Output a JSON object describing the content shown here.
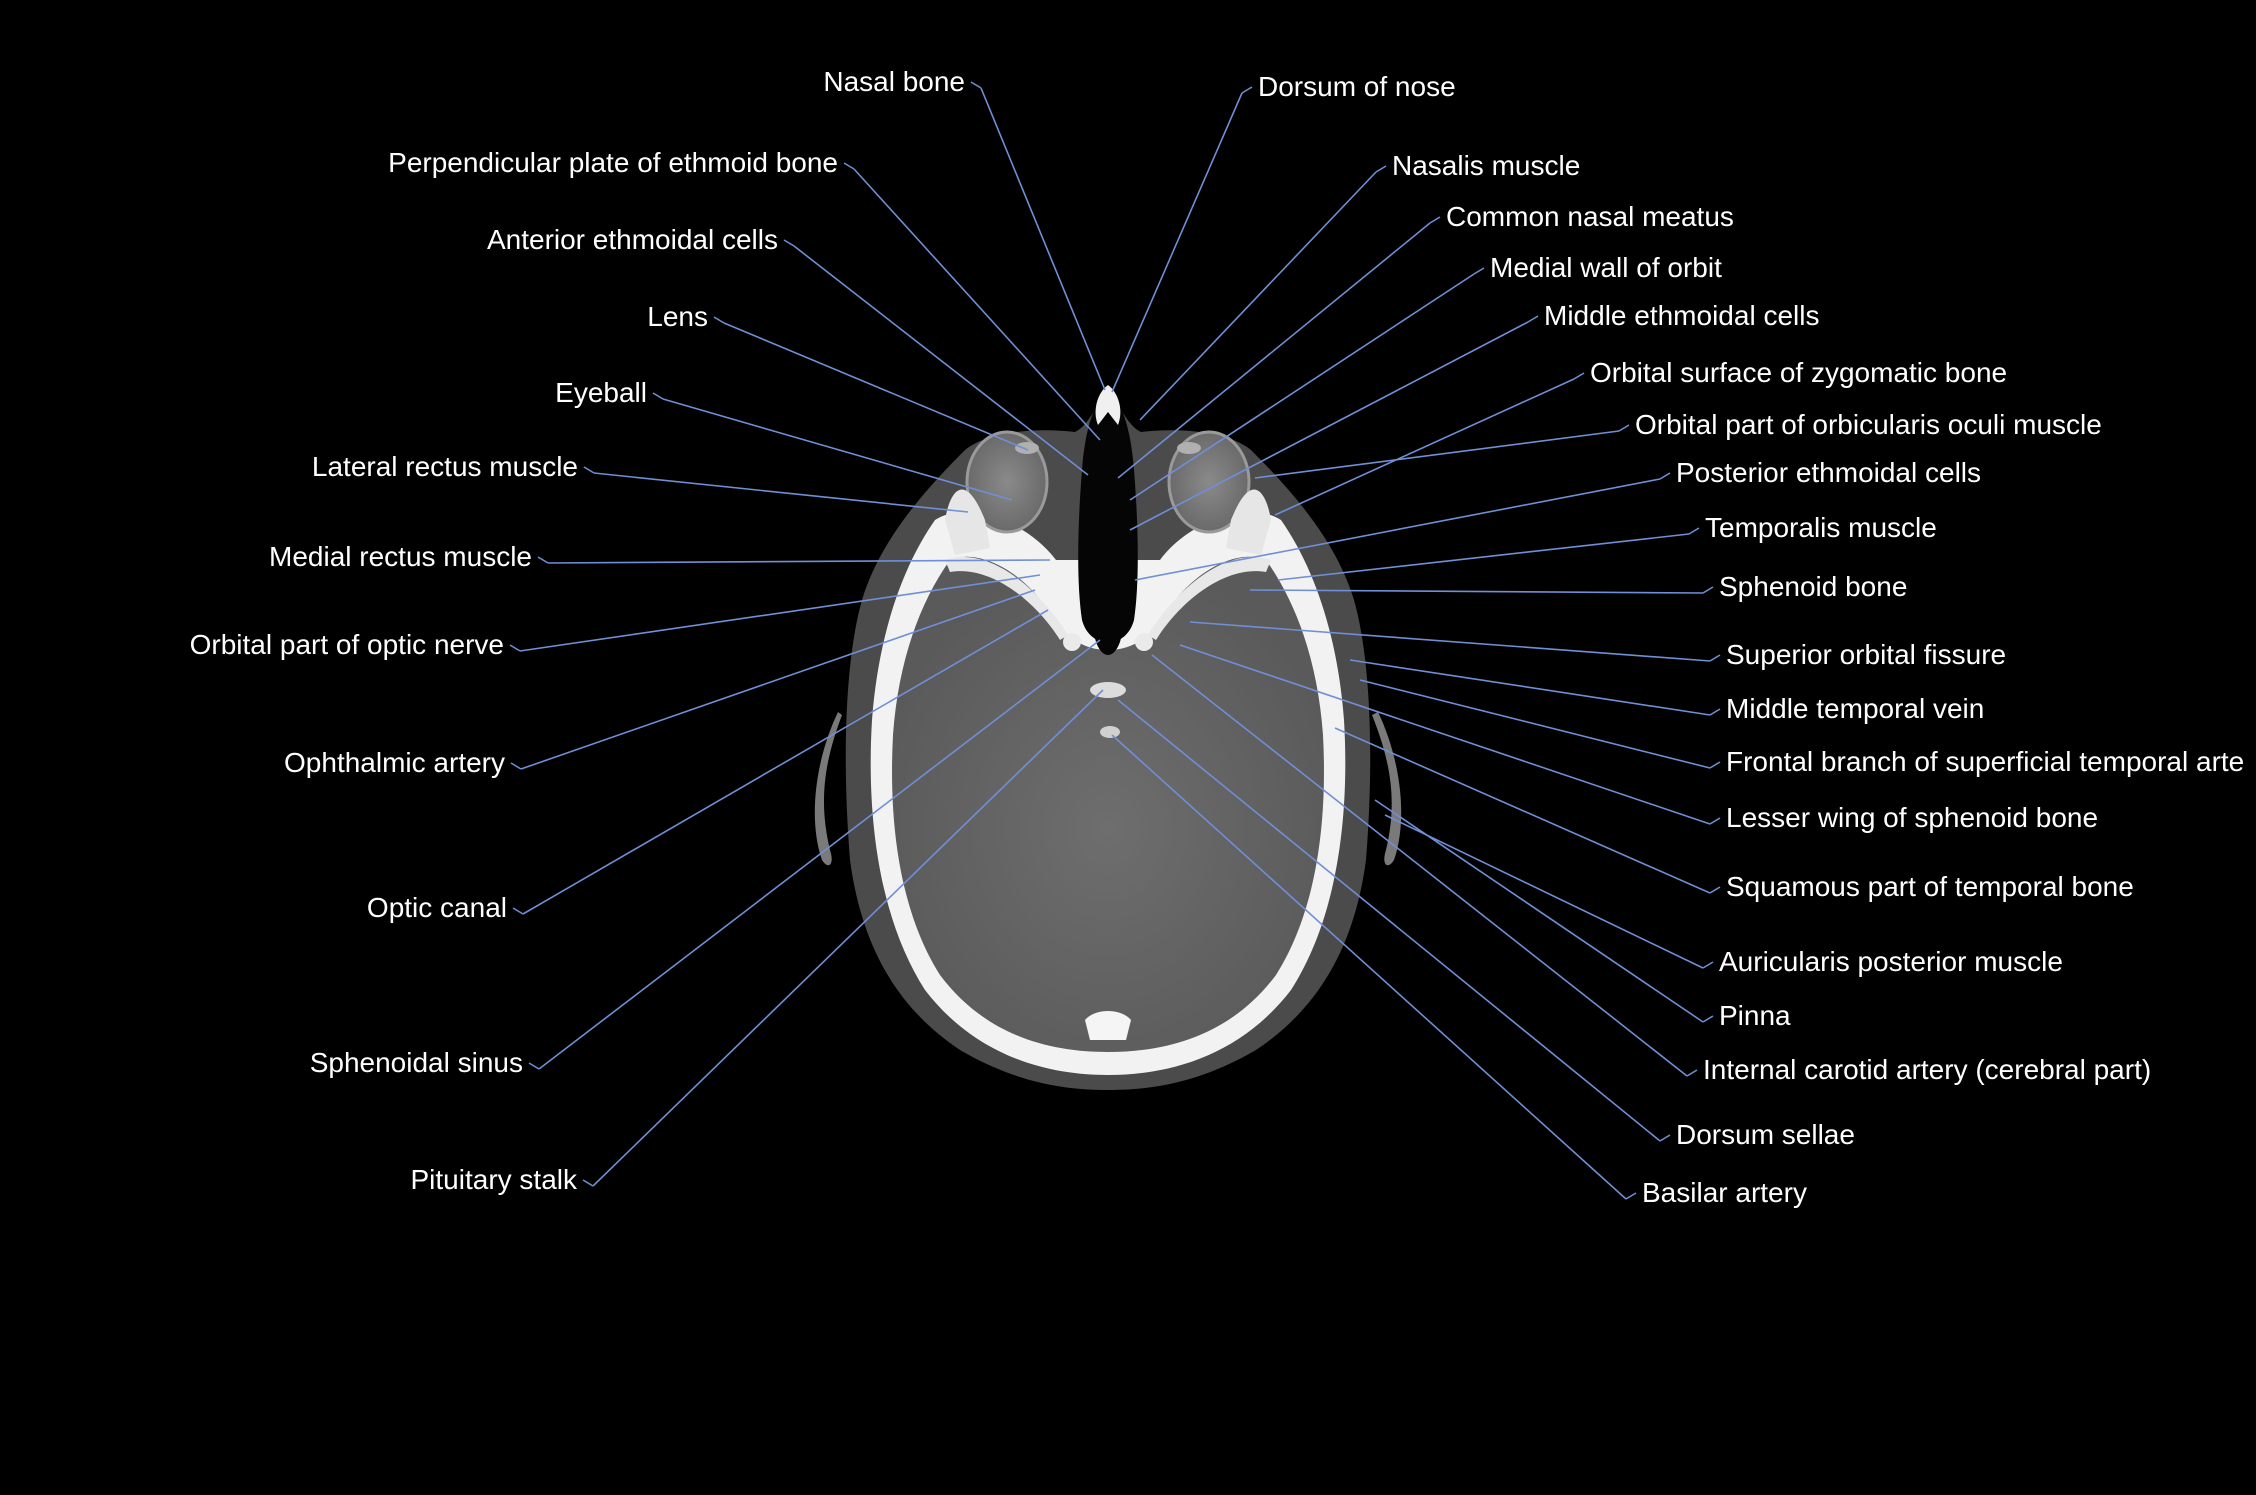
{
  "colors": {
    "background": "#000000",
    "leader_line": "#6f8fd6",
    "label_text": "#ffffff",
    "bone": "#f2f2f2",
    "soft_tissue": "#5e5e5e",
    "brain": "#6b6b6b"
  },
  "image": {
    "name": "axial-ct-head-orbits"
  },
  "labels_left": [
    {
      "key": "nasal_bone",
      "text": "Nasal bone"
    },
    {
      "key": "perpendicular_plate",
      "text": "Perpendicular plate of ethmoid bone"
    },
    {
      "key": "anterior_ethmoidal",
      "text": "Anterior ethmoidal cells"
    },
    {
      "key": "lens",
      "text": "Lens"
    },
    {
      "key": "eyeball",
      "text": "Eyeball"
    },
    {
      "key": "lateral_rectus",
      "text": "Lateral rectus muscle"
    },
    {
      "key": "medial_rectus",
      "text": "Medial rectus muscle"
    },
    {
      "key": "optic_nerve",
      "text": "Orbital part of optic nerve"
    },
    {
      "key": "ophthalmic_artery",
      "text": "Ophthalmic artery"
    },
    {
      "key": "optic_canal",
      "text": "Optic canal"
    },
    {
      "key": "sphenoidal_sinus",
      "text": "Sphenoidal sinus"
    },
    {
      "key": "pituitary_stalk",
      "text": "Pituitary stalk"
    }
  ],
  "labels_right": [
    {
      "key": "dorsum_nose",
      "text": "Dorsum of nose"
    },
    {
      "key": "nasalis",
      "text": "Nasalis muscle"
    },
    {
      "key": "common_nasal_meatus",
      "text": "Common nasal meatus"
    },
    {
      "key": "medial_wall_orbit",
      "text": "Medial wall of orbit"
    },
    {
      "key": "middle_ethmoidal",
      "text": "Middle ethmoidal cells"
    },
    {
      "key": "orbital_zygomatic",
      "text": "Orbital surface of zygomatic bone"
    },
    {
      "key": "orbicularis_oculi",
      "text": "Orbital part of orbicularis oculi muscle"
    },
    {
      "key": "posterior_ethmoidal",
      "text": "Posterior ethmoidal cells"
    },
    {
      "key": "temporalis",
      "text": "Temporalis muscle"
    },
    {
      "key": "sphenoid_bone",
      "text": "Sphenoid bone"
    },
    {
      "key": "superior_orbital_fissure",
      "text": "Superior orbital fissure"
    },
    {
      "key": "middle_temporal_vein",
      "text": "Middle temporal vein"
    },
    {
      "key": "frontal_branch",
      "text": "Frontal branch of superficial temporal arte"
    },
    {
      "key": "lesser_wing",
      "text": "Lesser wing of sphenoid bone"
    },
    {
      "key": "squamous_temporal",
      "text": "Squamous part of temporal bone"
    },
    {
      "key": "auricularis_posterior",
      "text": "Auricularis posterior muscle"
    },
    {
      "key": "pinna",
      "text": "Pinna"
    },
    {
      "key": "internal_carotid",
      "text": "Internal carotid artery (cerebral part)"
    },
    {
      "key": "dorsum_sellae",
      "text": "Dorsum sellae"
    },
    {
      "key": "basilar_artery",
      "text": "Basilar artery"
    }
  ]
}
